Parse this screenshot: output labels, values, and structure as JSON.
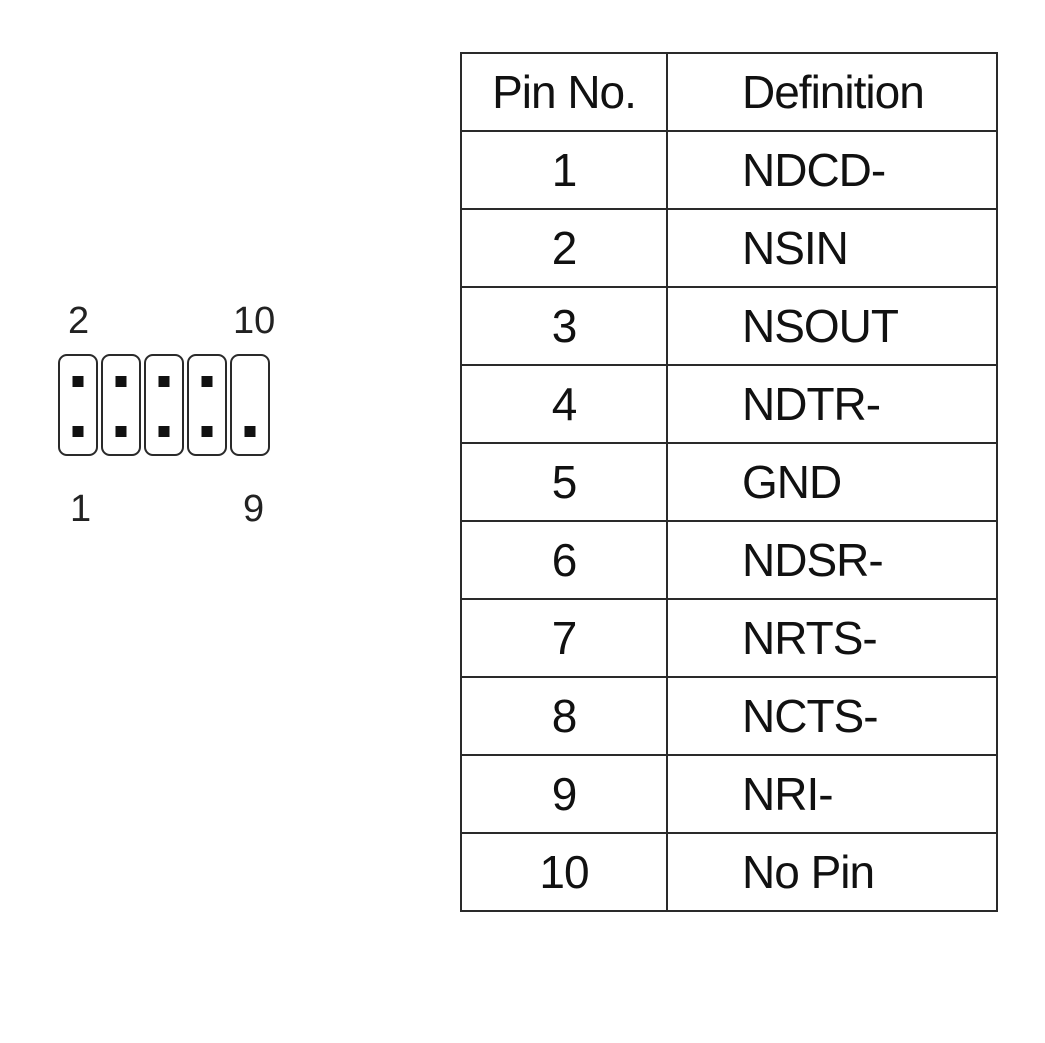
{
  "connector": {
    "label_top_left": "2",
    "label_top_right": "10",
    "label_bottom_left": "1",
    "label_bottom_right": "9",
    "columns": [
      {
        "top_pin": true,
        "bottom_pin": true
      },
      {
        "top_pin": true,
        "bottom_pin": true
      },
      {
        "top_pin": true,
        "bottom_pin": true
      },
      {
        "top_pin": true,
        "bottom_pin": true
      },
      {
        "top_pin": false,
        "bottom_pin": true
      }
    ]
  },
  "table": {
    "headers": [
      "Pin No.",
      "Definition"
    ],
    "rows": [
      [
        "1",
        "NDCD-"
      ],
      [
        "2",
        "NSIN"
      ],
      [
        "3",
        "NSOUT"
      ],
      [
        "4",
        "NDTR-"
      ],
      [
        "5",
        "GND"
      ],
      [
        "6",
        "NDSR-"
      ],
      [
        "7",
        "NRTS-"
      ],
      [
        "8",
        "NCTS-"
      ],
      [
        "9",
        "NRI-"
      ],
      [
        "10",
        "No Pin"
      ]
    ]
  }
}
